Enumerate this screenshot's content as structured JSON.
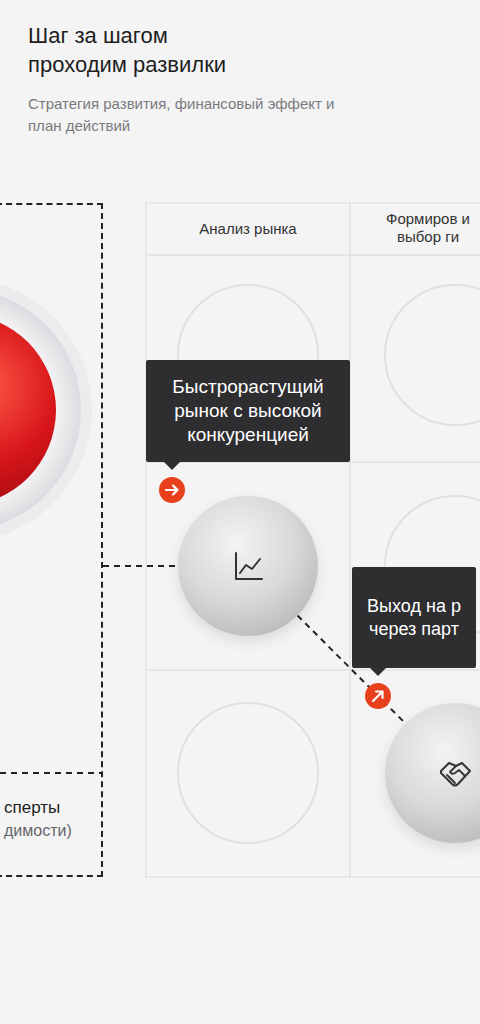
{
  "diagram": {
    "title": "Шаг за шагом проходим развилки",
    "caption": "Стратегия развития, финансовый эффект и план действий",
    "nodes": [
      {
        "text": [
          "сперты",
          "димости)"
        ]
      },
      {
        "text": [
          "Быстрорастущий рынок с высокой конкуренцией"
        ]
      },
      {
        "text": [
          "Выход на р через парт"
        ]
      }
    ],
    "edges": [
      {
        "from": 0,
        "to": 1,
        "arrow": "none"
      },
      {
        "from": 1,
        "to": 2,
        "arrow": "none"
      }
    ],
    "labels": [
      "Анализ рынка",
      "Формиров и выбор ги"
    ]
  }
}
